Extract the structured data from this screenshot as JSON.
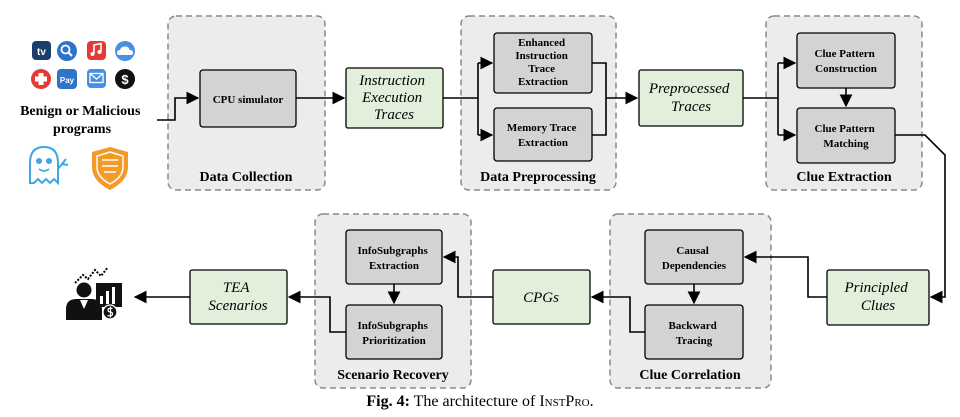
{
  "input": {
    "label_line1": "Benign or Malicious",
    "label_line2": "programs",
    "app_icons": [
      "tv-icon",
      "search-icon",
      "music-icon",
      "cloud-icon",
      "medical-cross-icon",
      "pay-icon",
      "mail-icon",
      "dollar-icon"
    ],
    "tv_text": "tv",
    "pay_text": "Pay",
    "dollar_text": "$",
    "threat_icons": [
      "spectre-ghost-icon",
      "meltdown-shield-icon"
    ]
  },
  "stages": {
    "data_collection": "Data Collection",
    "data_preprocessing": "Data Preprocessing",
    "clue_extraction": "Clue Extraction",
    "clue_correlation": "Clue Correlation",
    "scenario_recovery": "Scenario Recovery"
  },
  "processes": {
    "cpu_simulator": "CPU simulator",
    "enhanced_trace": [
      "Enhanced",
      "Instruction",
      "Trace",
      "Extraction"
    ],
    "memory_trace": [
      "Memory Trace",
      "Extraction"
    ],
    "clue_pattern_construction": [
      "Clue Pattern",
      "Construction"
    ],
    "clue_pattern_matching": [
      "Clue Pattern",
      "Matching"
    ],
    "causal_dependencies": [
      "Causal",
      "Dependencies"
    ],
    "backward_tracing": [
      "Backward",
      "Tracing"
    ],
    "infosubgraphs_extraction": [
      "InfoSubgraphs",
      "Extraction"
    ],
    "infosubgraphs_prioritization": [
      "InfoSubgraphs",
      "Prioritization"
    ]
  },
  "data_items": {
    "instruction_traces": [
      "Instruction",
      "Execution",
      "Traces"
    ],
    "preprocessed_traces": [
      "Preprocessed",
      "Traces"
    ],
    "principled_clues": [
      "Principled",
      "Clues"
    ],
    "cpgs": "CPGs",
    "tea_scenarios": [
      "TEA",
      "Scenarios"
    ]
  },
  "output": {
    "icon": "analyst-icon"
  },
  "caption": {
    "fig": "Fig. 4:",
    "text": " The architecture of ",
    "name": "InstPro",
    "end": "."
  },
  "colors": {
    "stage_fill": "#ececec",
    "stage_border": "#8a8a8a",
    "process_fill": "#d3d3d3",
    "data_fill": "#e2efda",
    "icon_blue": "#2f74c7",
    "icon_red": "#e53935",
    "icon_orange": "#f39a2b"
  }
}
